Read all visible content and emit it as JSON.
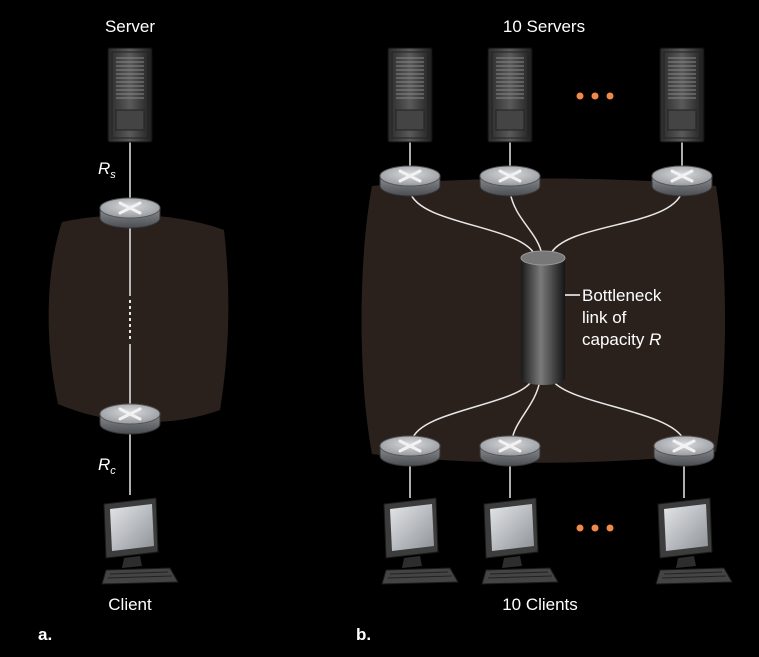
{
  "panel_a": {
    "server_label": "Server",
    "client_label": "Client",
    "rs_main": "R",
    "rs_sub": "s",
    "rc_main": "R",
    "rc_sub": "c",
    "caption": "a."
  },
  "panel_b": {
    "servers_label": "10 Servers",
    "clients_label": "10 Clients",
    "bottleneck_line1": "Bottleneck",
    "bottleneck_line2": "link of",
    "bottleneck_line3_text": "capacity ",
    "bottleneck_line3_var": "R",
    "caption": "b."
  },
  "colors": {
    "background": "#000000",
    "cloud": "#2a211d",
    "link": "#e8e8e8",
    "ellipsis_dots": "#f08a4b",
    "router_top": "#b9bcc0",
    "router_side": "#6e7176",
    "server_body": "#3a3a3a",
    "monitor_screen": "#c9ccd0"
  }
}
